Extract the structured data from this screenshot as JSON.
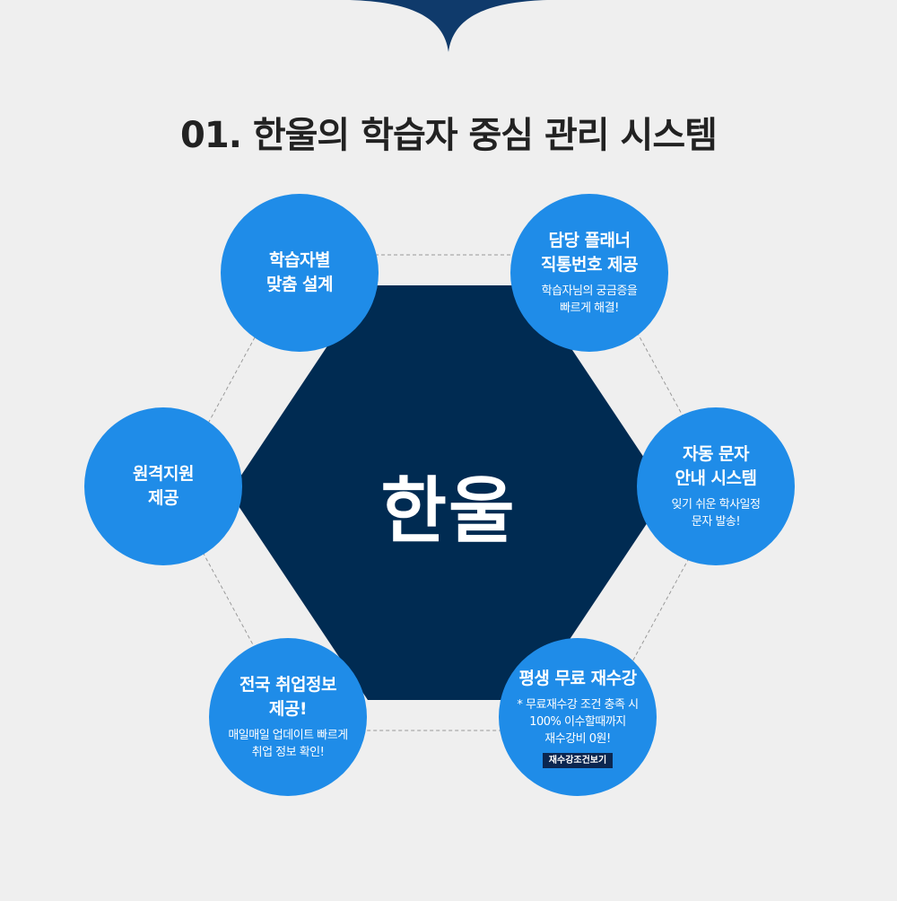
{
  "title": "01. 한울의 학습자 중심 관리 시스템",
  "center_label": "한울",
  "colors": {
    "background": "#efefef",
    "hexagon": "#002b52",
    "circle": "#1f8ce8",
    "tag": "#0b2650",
    "notch": "#0f3a6b"
  },
  "features": [
    {
      "heading": "학습자별\n맞춤 설계"
    },
    {
      "heading": "담당 플래너\n직통번호 제공",
      "sub": "학습자님의 궁금증을\n빠르게 해결!"
    },
    {
      "heading": "원격지원\n제공"
    },
    {
      "heading": "자동 문자\n안내 시스템",
      "sub": "잊기 쉬운 학사일정\n문자 발송!"
    },
    {
      "heading": "전국 취업정보\n제공!",
      "sub": "매일매일 업데이트 빠르게\n취업 정보 확인!"
    },
    {
      "heading": "평생 무료 재수강",
      "sub": "* 무료재수강 조건 충족 시\n100% 이수할때까지\n재수강비 0원!",
      "tag": "재수강조건보기"
    }
  ]
}
